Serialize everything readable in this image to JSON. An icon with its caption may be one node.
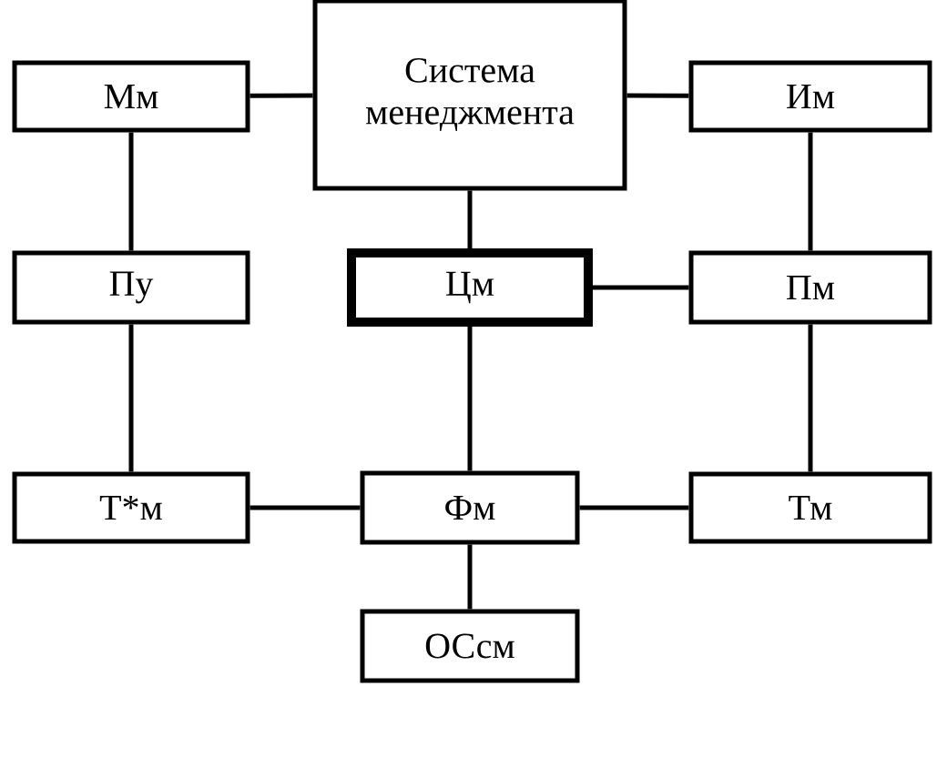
{
  "diagram": {
    "nodes": [
      {
        "text": [
          "Мм"
        ]
      },
      {
        "text": [
          "Система менеджмента"
        ]
      },
      {
        "text": [
          "Им"
        ]
      },
      {
        "text": [
          "Пу"
        ]
      },
      {
        "text": [
          "Цм"
        ]
      },
      {
        "text": [
          "Пм"
        ]
      },
      {
        "text": [
          "Т*м"
        ]
      },
      {
        "text": [
          "Фм"
        ]
      },
      {
        "text": [
          "Тм"
        ]
      },
      {
        "text": [
          "ОСсм"
        ]
      }
    ],
    "edges": [
      {
        "from": 0,
        "to": 1,
        "arrow": "none"
      },
      {
        "from": 1,
        "to": 2,
        "arrow": "none"
      },
      {
        "from": 0,
        "to": 3,
        "arrow": "none"
      },
      {
        "from": 1,
        "to": 4,
        "arrow": "none"
      },
      {
        "from": 2,
        "to": 5,
        "arrow": "none"
      },
      {
        "from": 4,
        "to": 5,
        "arrow": "none"
      },
      {
        "from": 3,
        "to": 6,
        "arrow": "none"
      },
      {
        "from": 4,
        "to": 7,
        "arrow": "none"
      },
      {
        "from": 6,
        "to": 7,
        "arrow": "none"
      },
      {
        "from": 7,
        "to": 8,
        "arrow": "none"
      },
      {
        "from": 5,
        "to": 8,
        "arrow": "none"
      },
      {
        "from": 7,
        "to": 9,
        "arrow": "none"
      }
    ]
  }
}
